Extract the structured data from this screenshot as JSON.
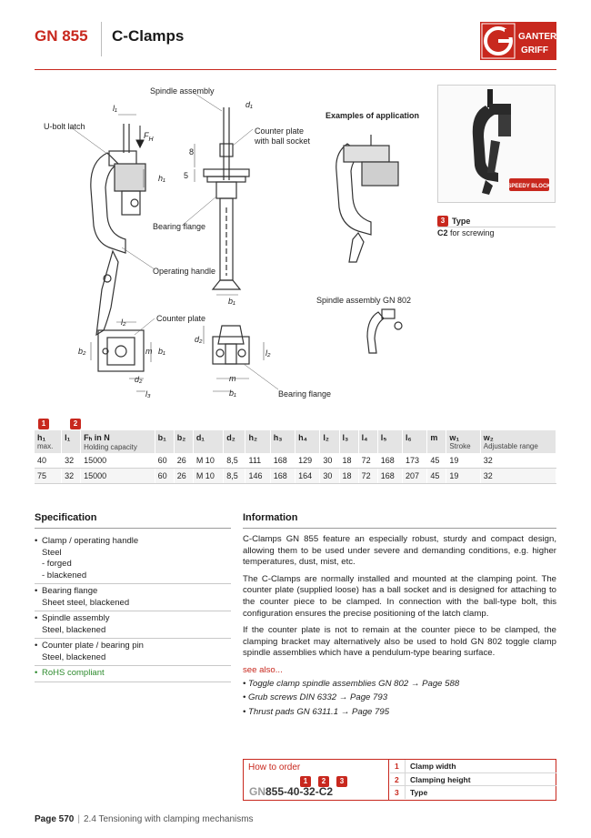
{
  "header": {
    "code": "GN 855",
    "title": "C-Clamps",
    "logo_text_1": "GANTER",
    "logo_text_2": "GRIFF"
  },
  "drawing_labels": {
    "spindle_assembly": "Spindle assembly",
    "u_bolt_latch": "U-bolt latch",
    "counter_plate_ball": "Counter plate",
    "counter_plate_ball_2": "with ball socket",
    "bearing_flange": "Bearing flange",
    "operating_handle": "Operating handle",
    "counter_plate": "Counter plate",
    "bearing_flange_2": "Bearing flange",
    "examples": "Examples of application",
    "spindle_gn802": "Spindle assembly GN 802",
    "dims": {
      "l1": "l₁",
      "d1": "d₁",
      "fh": "F",
      "fh_sub": "H",
      "h1": "h₁",
      "b1": "b₁",
      "eight": "8",
      "five": "5",
      "l2": "l₂",
      "b2": "b₂",
      "m": "m",
      "d2": "d₂",
      "l3": "l₃"
    }
  },
  "type_box": {
    "marker": "3",
    "heading": "Type",
    "code": "C2",
    "desc": "for screwing"
  },
  "photo": {
    "badge": "SPEEDY BLOCK"
  },
  "table": {
    "markers": [
      "1",
      "2"
    ],
    "headers": [
      {
        "main": "h₁",
        "sub": "max."
      },
      {
        "main": "l₁",
        "sub": ""
      },
      {
        "main": "Fₕ in N",
        "sub": "Holding capacity"
      },
      {
        "main": "b₁",
        "sub": ""
      },
      {
        "main": "b₂",
        "sub": ""
      },
      {
        "main": "d₁",
        "sub": ""
      },
      {
        "main": "d₂",
        "sub": ""
      },
      {
        "main": "h₂",
        "sub": ""
      },
      {
        "main": "h₃",
        "sub": ""
      },
      {
        "main": "h₄",
        "sub": ""
      },
      {
        "main": "l₂",
        "sub": ""
      },
      {
        "main": "l₃",
        "sub": ""
      },
      {
        "main": "l₄",
        "sub": ""
      },
      {
        "main": "l₅",
        "sub": ""
      },
      {
        "main": "l₆",
        "sub": ""
      },
      {
        "main": "m",
        "sub": ""
      },
      {
        "main": "w₁",
        "sub": "Stroke"
      },
      {
        "main": "w₂",
        "sub": "Adjustable range"
      }
    ],
    "rows": [
      [
        "40",
        "32",
        "15000",
        "60",
        "26",
        "M 10",
        "8,5",
        "111",
        "168",
        "129",
        "30",
        "18",
        "72",
        "168",
        "173",
        "45",
        "19",
        "32"
      ],
      [
        "75",
        "32",
        "15000",
        "60",
        "26",
        "M 10",
        "8,5",
        "146",
        "168",
        "164",
        "30",
        "18",
        "72",
        "168",
        "207",
        "45",
        "19",
        "32"
      ]
    ]
  },
  "specification": {
    "title": "Specification",
    "items": [
      {
        "lines": [
          "Clamp / operating handle",
          "Steel"
        ],
        "subs": [
          "- forged",
          "- blackened"
        ]
      },
      {
        "lines": [
          "Bearing flange",
          "Sheet steel, blackened"
        ],
        "subs": []
      },
      {
        "lines": [
          "Spindle assembly",
          "Steel, blackened"
        ],
        "subs": []
      },
      {
        "lines": [
          "Counter plate / bearing pin",
          "Steel, blackened"
        ],
        "subs": []
      }
    ],
    "rohs": "RoHS compliant"
  },
  "information": {
    "title": "Information",
    "paragraphs": [
      "C-Clamps GN 855 feature an especially robust, sturdy and compact design, allowing them to be used under severe and demanding conditions, e.g. higher temperatures, dust, mist, etc.",
      "The C-Clamps are normally installed and mounted at the clamping point. The counter plate (supplied loose) has a ball socket and is designed for attaching to the counter piece to be clamped. In connection with the ball-type bolt, this configuration ensures the precise positioning of the latch clamp.",
      "If the counter plate is not to remain at the counter piece to be clamped, the clamping bracket may alternatively also be used to hold GN 802 toggle clamp spindle assemblies which have a pendulum-type bearing surface."
    ],
    "see_also": "see also...",
    "links": [
      "• Toggle clamp spindle assemblies GN 802 → Page 588",
      "• Grub screws DIN 6332 → Page 793",
      "• Thrust pads GN 6311.1 → Page 795"
    ]
  },
  "order": {
    "title": "How to order",
    "prefix": "GN",
    "code": "855-40-32-C2",
    "markers": [
      "1",
      "2",
      "3"
    ],
    "rows": [
      {
        "n": "1",
        "label": "Clamp width"
      },
      {
        "n": "2",
        "label": "Clamping height"
      },
      {
        "n": "3",
        "label": "Type"
      }
    ]
  },
  "footer": {
    "page": "Page 570",
    "section": "2.4 Tensioning with clamping mechanisms"
  },
  "colors": {
    "accent": "#c8281e",
    "rohs": "#2e8b2e"
  }
}
